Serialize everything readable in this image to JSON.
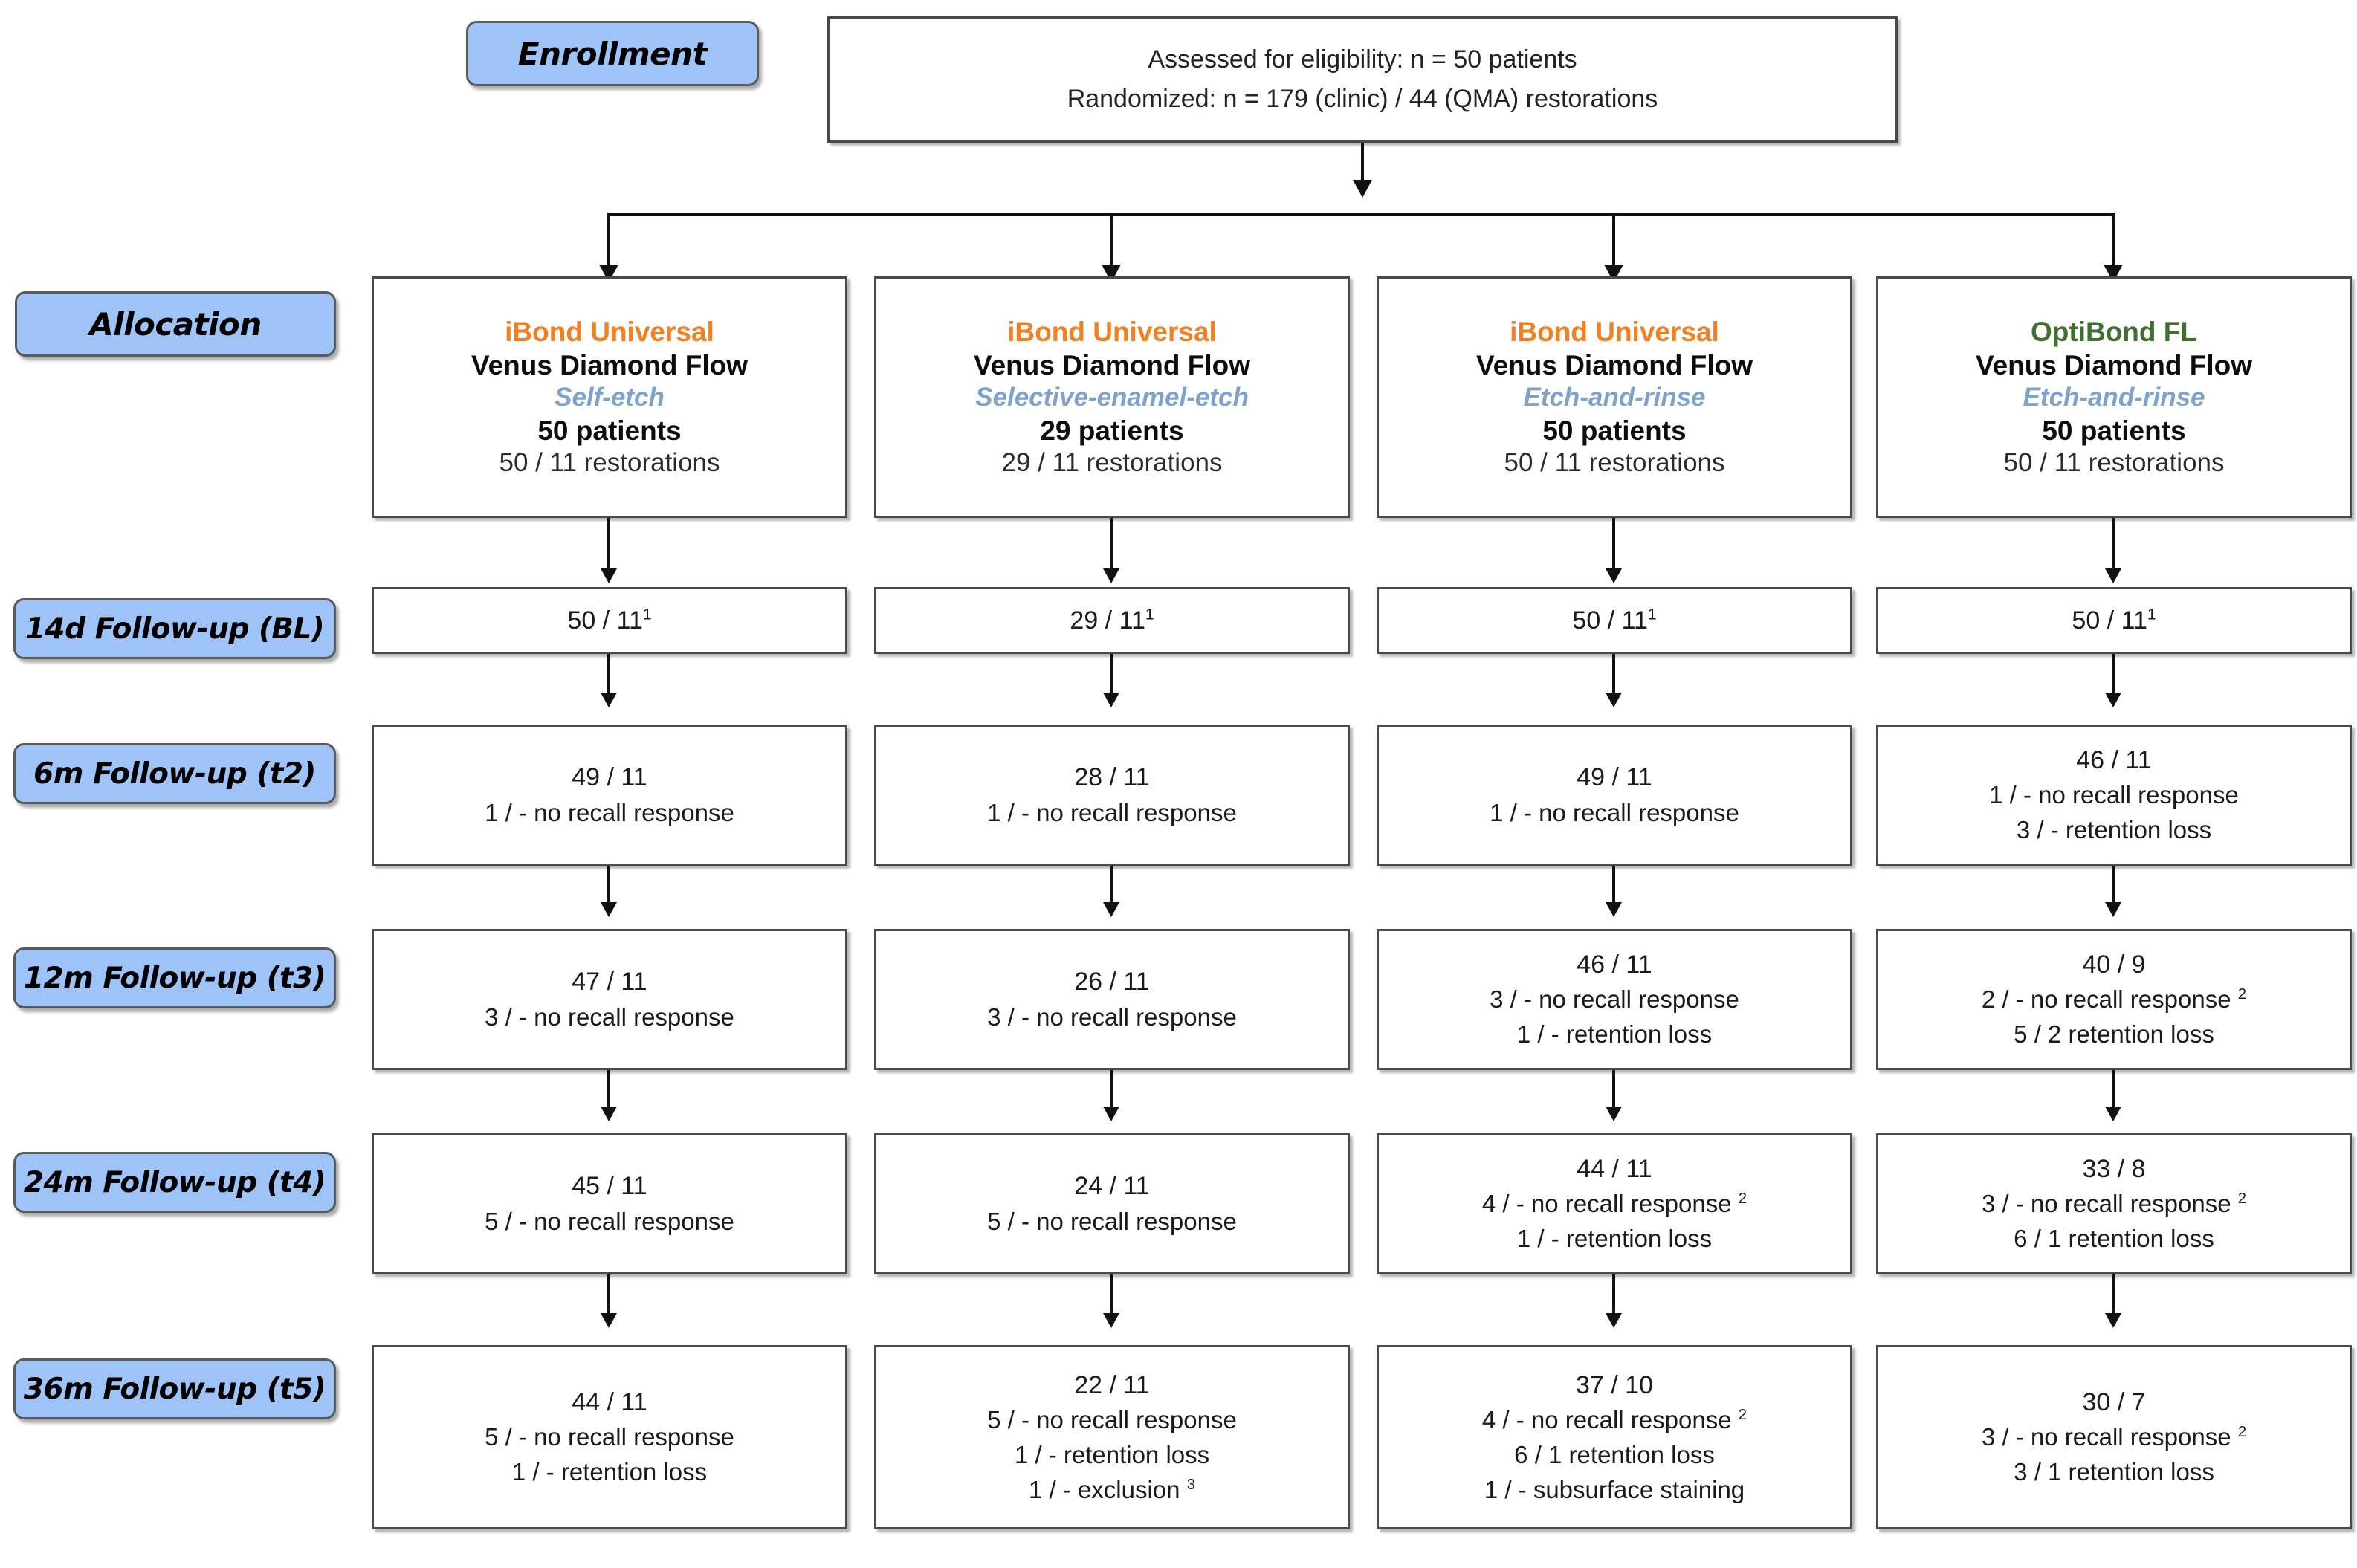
{
  "colors": {
    "pill_fill": "#9dc3f7",
    "ibond_orange": "#f28020",
    "optibond_green": "#3f7031",
    "mode_blue": "#7da3cc",
    "box_border": "#4a4a4a"
  },
  "stages": [
    {
      "key": "enrollment",
      "label": "Enrollment"
    },
    {
      "key": "allocation",
      "label": "Allocation"
    },
    {
      "key": "bl",
      "label": "14d Follow-up  (BL)"
    },
    {
      "key": "t2",
      "label": "6m Follow-up (t2)"
    },
    {
      "key": "t3",
      "label": "12m Follow-up (t3)"
    },
    {
      "key": "t4",
      "label": "24m Follow-up (t4)"
    },
    {
      "key": "t5",
      "label": "36m Follow-up (t5)"
    }
  ],
  "enrollment_box": {
    "line1": "Assessed for eligibility: n = 50 patients",
    "line2": "Randomized: n = 179 (clinic) / 44 (QMA) restorations"
  },
  "allocation": [
    {
      "adhesive": "iBond Universal",
      "adhesive_color": "orange",
      "composite": "Venus Diamond Flow",
      "mode": "Self-etch",
      "patients": "50 patients",
      "restorations": "50 / 11 restorations"
    },
    {
      "adhesive": "iBond Universal",
      "adhesive_color": "orange",
      "composite": "Venus Diamond Flow",
      "mode": "Selective-enamel-etch",
      "patients": "29 patients",
      "restorations": "29 / 11 restorations"
    },
    {
      "adhesive": "iBond Universal",
      "adhesive_color": "orange",
      "composite": "Venus Diamond Flow",
      "mode": "Etch-and-rinse",
      "patients": "50 patients",
      "restorations": "50 / 11 restorations"
    },
    {
      "adhesive": "OptiBond FL",
      "adhesive_color": "green",
      "composite": "Venus Diamond Flow",
      "mode": "Etch-and-rinse",
      "patients": "50 patients",
      "restorations": "50 / 11 restorations"
    }
  ],
  "followups": {
    "bl": {
      "cells": [
        {
          "main": "50 / 11",
          "main_sup": "1",
          "subs": []
        },
        {
          "main": "29 / 11",
          "main_sup": "1",
          "subs": []
        },
        {
          "main": "50 / 11",
          "main_sup": "1",
          "subs": []
        },
        {
          "main": "50 / 11",
          "main_sup": "1",
          "subs": []
        }
      ]
    },
    "t2": {
      "cells": [
        {
          "main": "49 / 11",
          "main_sup": "",
          "subs": [
            {
              "text": "1 / -  no recall response",
              "sup": ""
            }
          ]
        },
        {
          "main": "28 / 11",
          "main_sup": "",
          "subs": [
            {
              "text": "1 / -  no recall response",
              "sup": ""
            }
          ]
        },
        {
          "main": "49 / 11",
          "main_sup": "",
          "subs": [
            {
              "text": "1 / -  no recall response",
              "sup": ""
            }
          ]
        },
        {
          "main": "46 / 11",
          "main_sup": "",
          "subs": [
            {
              "text": "1 / -  no recall response",
              "sup": ""
            },
            {
              "text": "3 / -  retention loss",
              "sup": ""
            }
          ]
        }
      ]
    },
    "t3": {
      "cells": [
        {
          "main": "47 / 11",
          "main_sup": "",
          "subs": [
            {
              "text": "3 / -  no recall response",
              "sup": ""
            }
          ]
        },
        {
          "main": "26 / 11",
          "main_sup": "",
          "subs": [
            {
              "text": "3 / -  no recall response",
              "sup": ""
            }
          ]
        },
        {
          "main": "46 / 11",
          "main_sup": "",
          "subs": [
            {
              "text": "3 / -  no recall response",
              "sup": ""
            },
            {
              "text": "1 / -  retention loss",
              "sup": ""
            }
          ]
        },
        {
          "main": "40 / 9",
          "main_sup": "",
          "subs": [
            {
              "text": "2 / -  no recall response ",
              "sup": "2"
            },
            {
              "text": "5 / 2 retention loss",
              "sup": ""
            }
          ]
        }
      ]
    },
    "t4": {
      "cells": [
        {
          "main": "45 / 11",
          "main_sup": "",
          "subs": [
            {
              "text": "5 / -  no recall response",
              "sup": ""
            }
          ]
        },
        {
          "main": "24 / 11",
          "main_sup": "",
          "subs": [
            {
              "text": "5 / -  no recall response",
              "sup": ""
            }
          ]
        },
        {
          "main": "44 / 11",
          "main_sup": "",
          "subs": [
            {
              "text": "4 / -  no recall response ",
              "sup": "2"
            },
            {
              "text": "1 / -  retention loss",
              "sup": ""
            }
          ]
        },
        {
          "main": "33 / 8",
          "main_sup": "",
          "subs": [
            {
              "text": "3 / -  no recall response ",
              "sup": "2"
            },
            {
              "text": "6 / 1 retention loss",
              "sup": ""
            }
          ]
        }
      ]
    },
    "t5": {
      "cells": [
        {
          "main": "44 / 11",
          "main_sup": "",
          "subs": [
            {
              "text": "5 / -  no recall response",
              "sup": ""
            },
            {
              "text": "1 / -  retention loss",
              "sup": ""
            }
          ]
        },
        {
          "main": "22 / 11",
          "main_sup": "",
          "subs": [
            {
              "text": "5 / -  no recall response",
              "sup": ""
            },
            {
              "text": "1 / -  retention loss",
              "sup": ""
            },
            {
              "text": "1 / -  exclusion ",
              "sup": "3"
            }
          ]
        },
        {
          "main": "37 / 10",
          "main_sup": "",
          "subs": [
            {
              "text": "4 / -  no recall response ",
              "sup": "2"
            },
            {
              "text": "6 / 1 retention loss",
              "sup": ""
            },
            {
              "text": "1 / -  subsurface staining",
              "sup": ""
            }
          ]
        },
        {
          "main": "30 / 7",
          "main_sup": "",
          "subs": [
            {
              "text": "3 / -  no recall response ",
              "sup": "2"
            },
            {
              "text": "3 / 1 retention loss",
              "sup": ""
            }
          ]
        }
      ]
    }
  }
}
